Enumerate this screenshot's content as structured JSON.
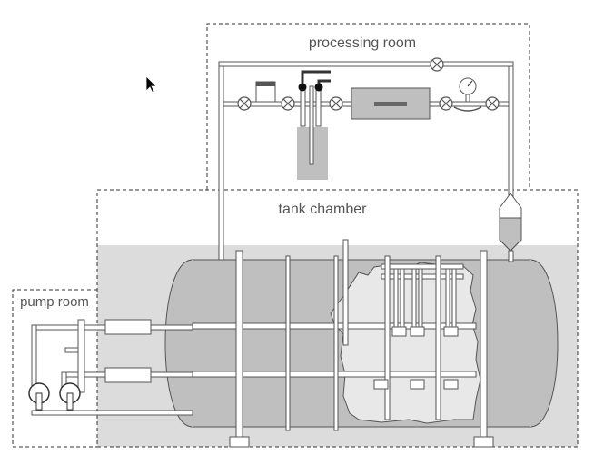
{
  "labels": {
    "processing_room": "processing room",
    "tank_chamber": "tank chamber",
    "pump_room": "pump room"
  },
  "icons": {
    "valve": "valve-icon",
    "pressure_gauge": "pressure-gauge-icon",
    "pump": "pump-icon",
    "mouse_cursor": "mouse-cursor-icon"
  },
  "colors": {
    "background": "#ffffff",
    "ground_fill": "#dcdcdc",
    "tank_fill": "#bfbfbf",
    "dark_device": "#666666",
    "pipe_stroke": "#555555",
    "label_text": "#555555",
    "dashed_border": "#333333"
  }
}
